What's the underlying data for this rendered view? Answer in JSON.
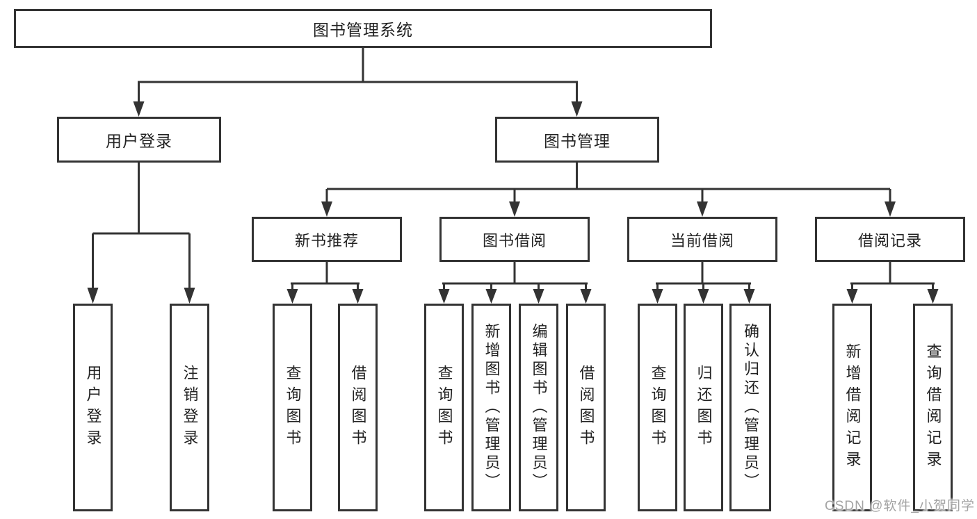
{
  "page": {
    "background": "#ffffff"
  },
  "colors": {
    "line": "#333333",
    "box_border": "#333333",
    "text": "#222222",
    "watermark_text": "#a3a3a3"
  },
  "tree": {
    "root": "图书管理系统",
    "branches": [
      {
        "label": "用户登录",
        "children": [
          "用户登录",
          "注销登录"
        ]
      },
      {
        "label": "图书管理",
        "groups": [
          {
            "label": "新书推荐",
            "children": [
              "查询图书",
              "借阅图书"
            ]
          },
          {
            "label": "图书借阅",
            "children": [
              "查询图书",
              "新增图书（管理员）",
              "编辑图书（管理员）",
              "借阅图书"
            ]
          },
          {
            "label": "当前借阅",
            "children": [
              "查询图书",
              "归还图书",
              "确认归还（管理员）"
            ]
          },
          {
            "label": "借阅记录",
            "children": [
              "新增借阅记录",
              "查询借阅记录"
            ]
          }
        ]
      }
    ]
  },
  "watermark": {
    "text": "CSDN @软件_小贺同学"
  }
}
